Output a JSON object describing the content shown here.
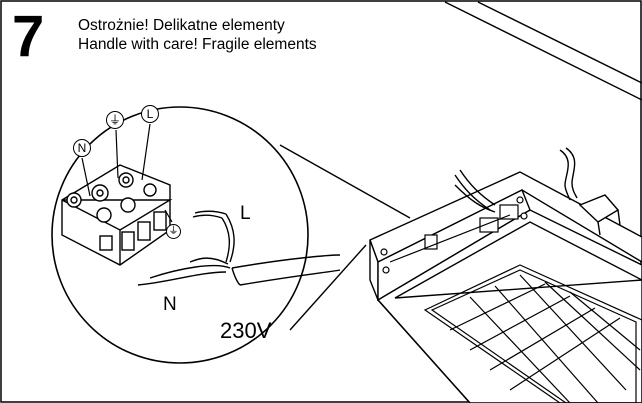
{
  "step": {
    "number": "7",
    "caption_line1": "Ostrożnie! Delikatne elementy",
    "caption_line2": "Handle with care! Fragile elements"
  },
  "callout": {
    "terminal_neutral": "N",
    "terminal_ground": "⏚",
    "terminal_live": "L",
    "wire_live_label": "L",
    "wire_neutral_label": "N",
    "ground_mark": "⏚",
    "voltage_label": "230V"
  },
  "colors": {
    "line": "#000000",
    "background": "#ffffff"
  }
}
